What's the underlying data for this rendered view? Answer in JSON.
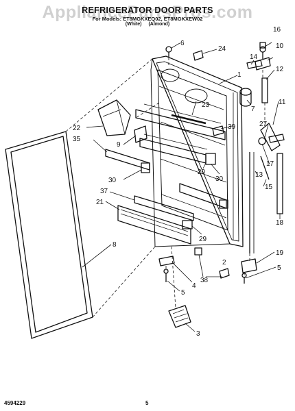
{
  "header": {
    "title": "REFRIGERATOR DOOR PARTS",
    "model_line": "For Models: ET8MGKXEQ02, ET8MGKXEW02",
    "color_white": "(White)",
    "color_almond": "(Almond)"
  },
  "watermark": "AppliancePartsPros.com",
  "footer": {
    "doc_number": "4594229",
    "page_number": "5"
  },
  "callouts": {
    "c1": "1",
    "c2": "2",
    "c3": "3",
    "c4": "4",
    "c5a": "5",
    "c5b": "5",
    "c6": "6",
    "c7": "7",
    "c8": "8",
    "c9": "9",
    "c10": "10",
    "c11": "11",
    "c12": "12",
    "c13": "13",
    "c14": "14",
    "c15": "15",
    "c16": "16",
    "c17": "17",
    "c18": "18",
    "c19": "19",
    "c20": "20",
    "c21": "21",
    "c22": "22",
    "c23": "23",
    "c24": "24",
    "c27": "27",
    "c29": "29",
    "c30a": "30",
    "c30b": "30",
    "c35": "35",
    "c37": "37",
    "c38": "38",
    "c39": "39"
  },
  "colors": {
    "ink": "#111111",
    "watermark": "#8c8c8c"
  }
}
